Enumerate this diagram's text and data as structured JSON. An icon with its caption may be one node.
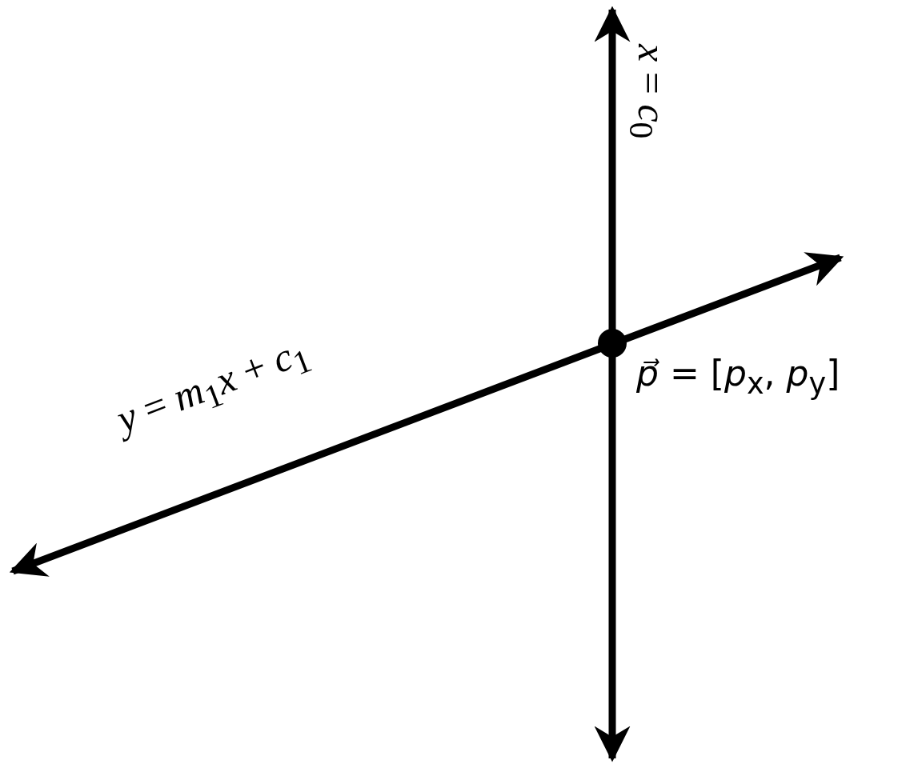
{
  "diagram": {
    "labels": [
      "*x* = *c*$_{0}$",
      "*y* = *m*$_{1}$*x* + *c*$_{1}$",
      "*p⃗* = [*p*$_{x}$, *p*$_{y}$]"
    ]
  }
}
